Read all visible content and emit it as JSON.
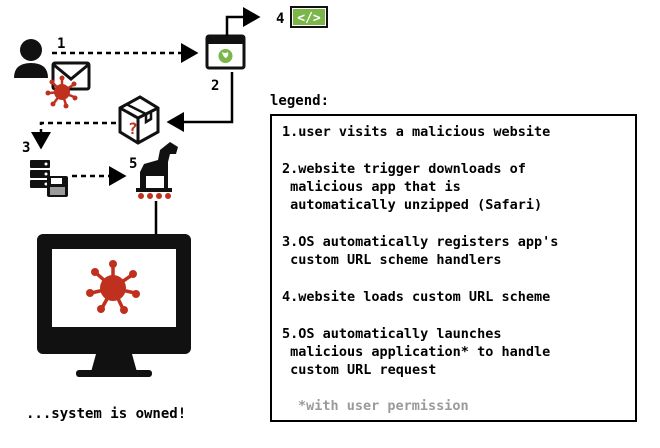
{
  "steps": {
    "s1": "1",
    "s2": "2",
    "s3": "3",
    "s4": "4",
    "s5": "5"
  },
  "code_icon_glyph": "</>",
  "legend": {
    "title": "legend:",
    "items": [
      "1.user visits a malicious website",
      "2.website trigger downloads of\n malicious app that is\n automatically unzipped (Safari)",
      "3.OS automatically registers app's\n custom URL scheme handlers",
      "4.website loads custom URL scheme",
      "5.OS automatically launches\n malicious application* to handle\n custom URL request"
    ],
    "note": "*with user permission"
  },
  "footer": "...system is owned!",
  "colors": {
    "virus": "#c0301e",
    "green": "#7ab648",
    "gray": "#9a9a9a",
    "dark": "#111111"
  }
}
